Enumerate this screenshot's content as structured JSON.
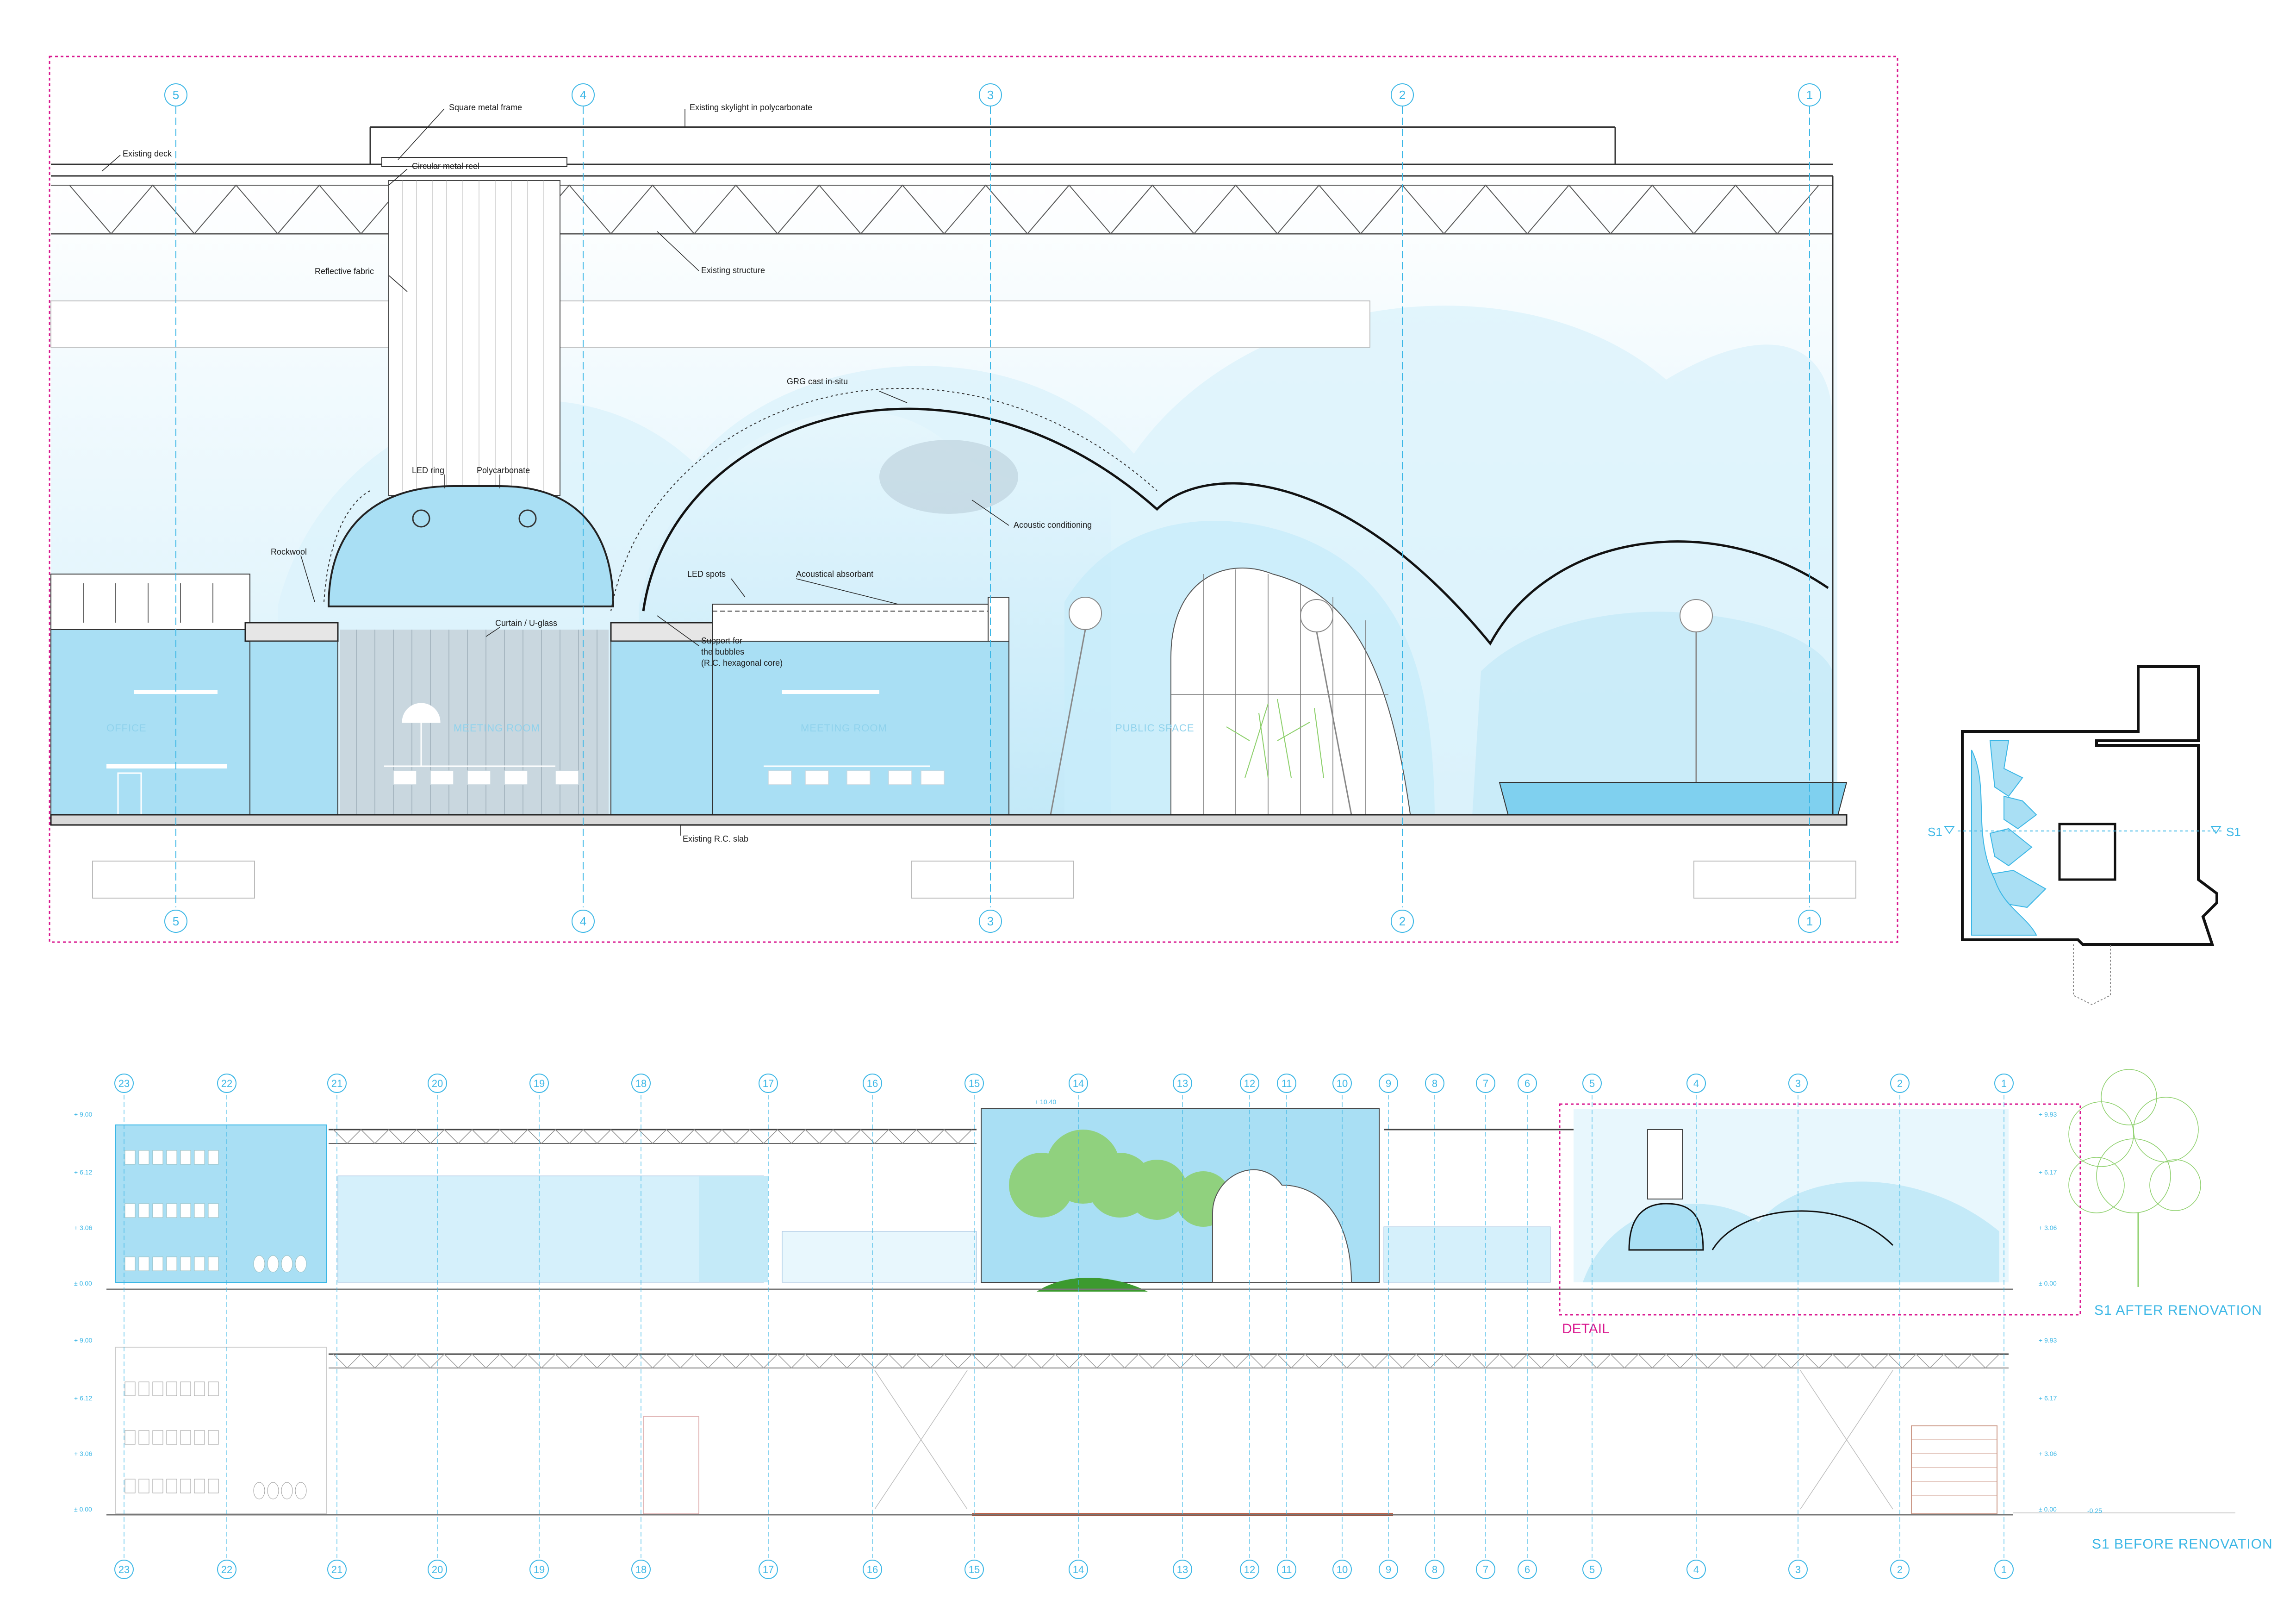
{
  "detail_section": {
    "labels": {
      "square_metal_frame": "Square metal frame",
      "existing_skylight": "Existing skylight in polycarbonate",
      "existing_deck": "Existing deck",
      "circular_metal_reel": "Circular metal reel",
      "reflective_fabric": "Reflective fabric",
      "existing_structure": "Existing structure",
      "grg_cast": "GRG cast in-situ",
      "led_ring": "LED ring",
      "polycarbonate": "Polycarbonate",
      "acoustic_conditioning": "Acoustic conditioning",
      "rockwool": "Rockwool",
      "led_spots": "LED spots",
      "acoustical_absorbant": "Acoustical absorbant",
      "curtain_uglass": "Curtain / U-glass",
      "support_bubbles_1": "Support for",
      "support_bubbles_2": "the bubbles",
      "support_bubbles_3": "(R.C. hexagonal core)",
      "existing_rc_slab": "Existing R.C. slab"
    },
    "rooms": {
      "office": "OFFICE",
      "meeting_room_1": "MEETING ROOM",
      "meeting_room_2": "MEETING ROOM",
      "public_space": "PUBLIC SPACE"
    },
    "axes": [
      "5",
      "4",
      "3",
      "2",
      "1"
    ]
  },
  "key_plan": {
    "section_left": "S1",
    "section_right": "S1"
  },
  "overall_sections": {
    "axes": [
      "23",
      "22",
      "21",
      "20",
      "19",
      "18",
      "17",
      "16",
      "15",
      "14",
      "13",
      "12",
      "11",
      "10",
      "9",
      "8",
      "7",
      "6",
      "5",
      "4",
      "3",
      "2",
      "1"
    ],
    "levels_left": [
      "+ 9.00",
      "+ 6.12",
      "+ 3.06",
      "± 0.00"
    ],
    "levels_right": [
      "+ 9.93",
      "+ 6.17",
      "+ 3.06",
      "± 0.00"
    ],
    "level_top_mid": "+ 10.40",
    "level_extra": "-0.25",
    "detail_label": "DETAIL",
    "title_after": "S1 AFTER RENOVATION",
    "title_before": "S1 BEFORE RENOVATION"
  }
}
